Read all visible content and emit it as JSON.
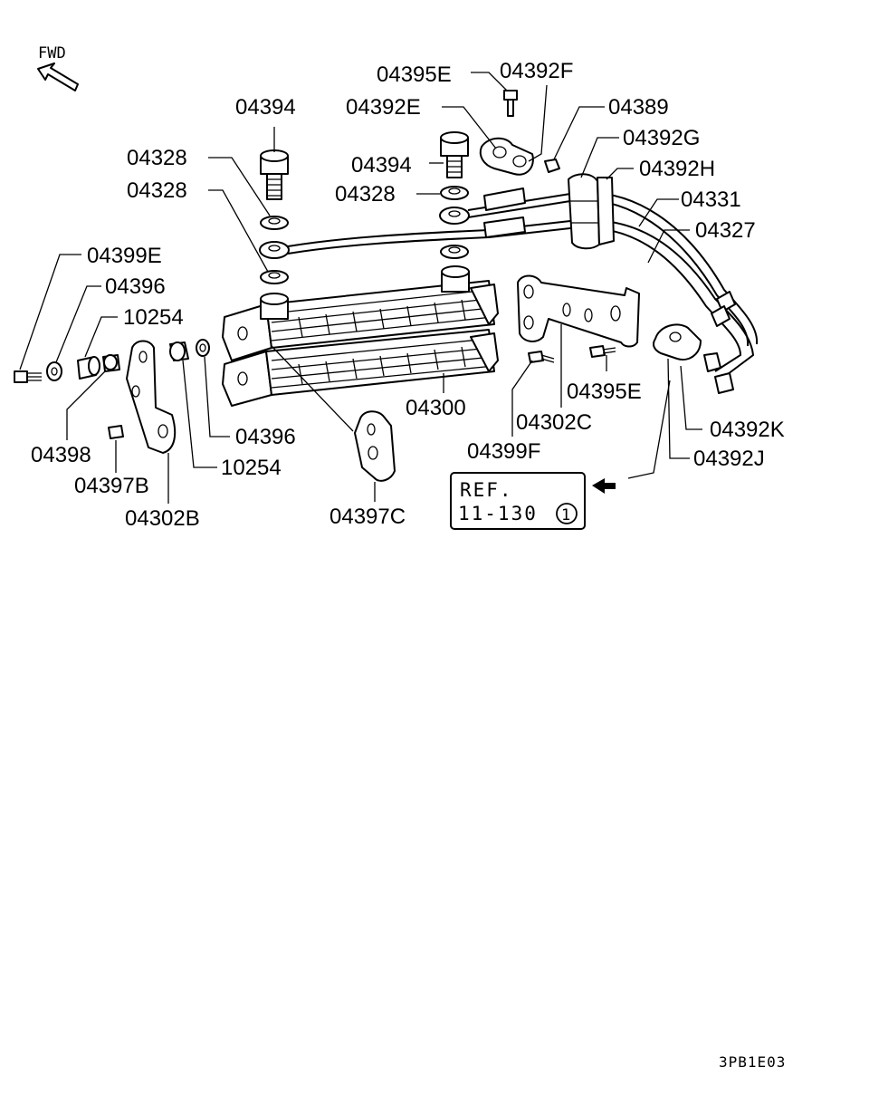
{
  "diagram": {
    "direction_label": "FWD",
    "drawing_code": "3PB1E03",
    "reference": {
      "line1": "REF.",
      "line2": "11-130",
      "circled": "1"
    },
    "callouts": {
      "c04395E_top": "04395E",
      "c04392F": "04392F",
      "c04394_left": "04394",
      "c04392E": "04392E",
      "c04389": "04389",
      "c04328_a": "04328",
      "c04392G": "04392G",
      "c04394_mid": "04394",
      "c04392H": "04392H",
      "c04328_b": "04328",
      "c04328_c": "04328",
      "c04331": "04331",
      "c04327": "04327",
      "c04399E": "04399E",
      "c04396_a": "04396",
      "c10254_a": "10254",
      "c04395E_mid": "04395E",
      "c04300": "04300",
      "c04302C": "04302C",
      "c04392K": "04392K",
      "c04396_b": "04396",
      "c04398": "04398",
      "c04399F": "04399F",
      "c04392J": "04392J",
      "c10254_b": "10254",
      "c04397B": "04397B",
      "c04302B": "04302B",
      "c04397C": "04397C"
    }
  }
}
